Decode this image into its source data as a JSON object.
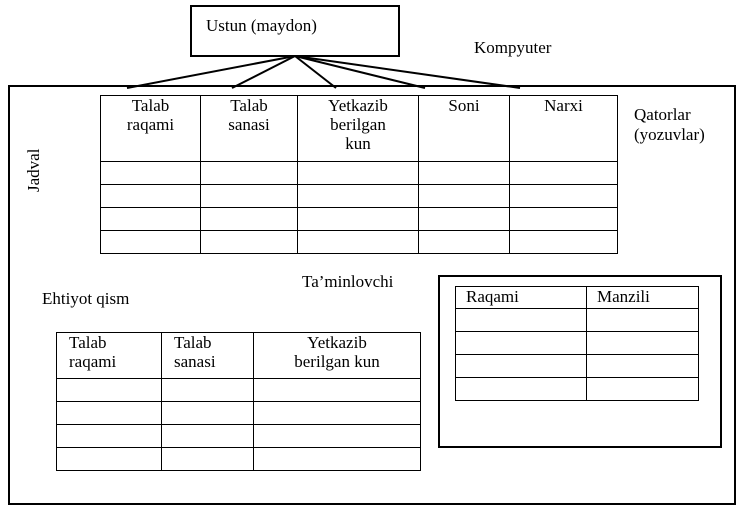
{
  "field_box": {
    "label": "Ustun (maydon)"
  },
  "computer_label": "Kompyuter",
  "table_label": "Jadval",
  "rows_label": "Qatorlar\n(yozuvlar)",
  "supplier_label": "Ta’minlovchi",
  "spare_part_label": "Ehtiyot qism",
  "main_table": {
    "headers": [
      "Talab\nraqami",
      "Talab\nsanasi",
      "Yetkazib\nberilgan\nkun",
      "Soni",
      "Narxi"
    ],
    "empty_rows": 4
  },
  "spare_table": {
    "headers": [
      "Talab\nraqami",
      "Talab\nsanasi",
      "Yetkazib\nberilgan kun"
    ],
    "empty_rows": 4
  },
  "supplier_table": {
    "headers": [
      "Raqami",
      "Manzili"
    ],
    "empty_rows": 4
  }
}
